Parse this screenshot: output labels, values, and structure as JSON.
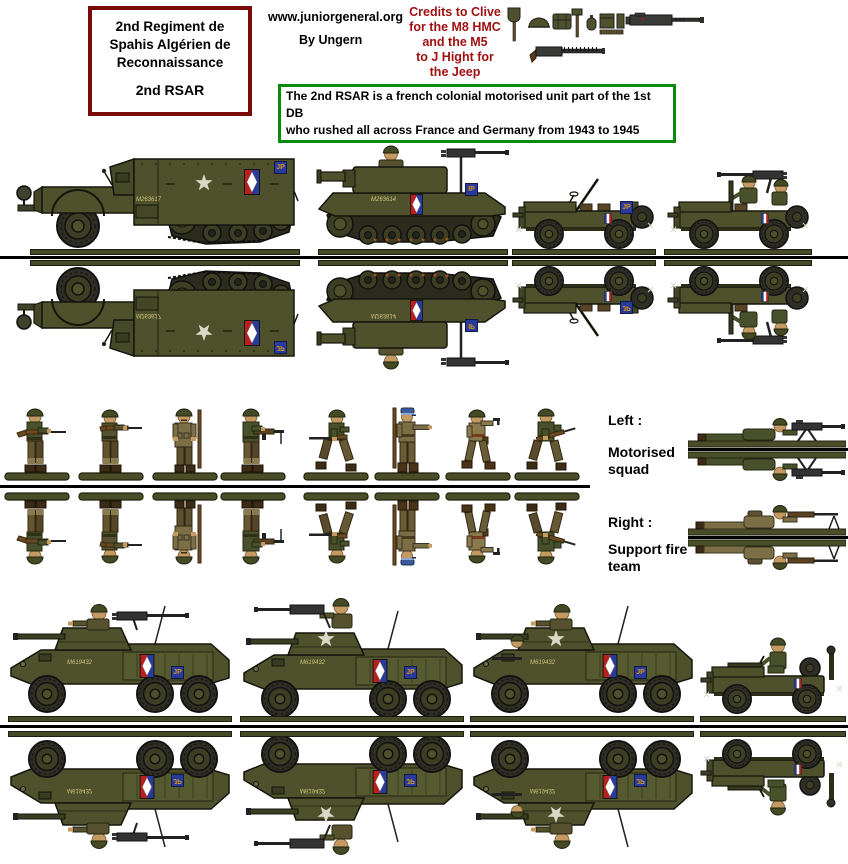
{
  "header": {
    "title_box": {
      "lines": [
        "2nd Regiment de",
        "Spahis Algérien de",
        "Reconnaissance"
      ],
      "designation": "2nd RSAR",
      "border_color": "#7a0b0b"
    },
    "site": "www.juniorgeneral.org",
    "author": "By Ungern",
    "credits": {
      "color": "#a01010",
      "lines": [
        "Credits to Clive",
        "for the M8 HMC",
        "and the M5",
        "to J Hight for",
        "the Jeep"
      ]
    },
    "description": {
      "border_color": "#0a8a0a",
      "lines": [
        "The 2nd RSAR is a french colonial motorised unit part of the 1st DB",
        "who rushed all across France and Germany from 1943 to 1945"
      ]
    },
    "equipment_icons": [
      "shovel-icon",
      "helmet-icon",
      "pack-icon",
      "entrenching-tool-icon",
      "canteen-icon",
      "ammo-box-icon",
      "magazine-icon",
      "ammo-strip-icon",
      "m2-browning-mg-icon",
      "m1919-mg-icon"
    ]
  },
  "vehicles": {
    "halftrack": {
      "name": "M3 half-track",
      "plate": "JP",
      "serial": "M263617"
    },
    "m8hmc": {
      "name": "M8 HMC",
      "plate": "IP",
      "serial": "M263614"
    },
    "jeep_empty": {
      "name": "Jeep",
      "plate": "JP"
    },
    "jeep_mg": {
      "name": "Jeep with MG crew"
    },
    "armored_car_1": {
      "name": "M8 armored car",
      "plate": "JP",
      "serial": "M619432"
    },
    "armored_car_2": {
      "name": "M8 armored car",
      "plate": "JP",
      "serial": "M619432"
    },
    "armored_car_3": {
      "name": "M8 armored car",
      "plate": "JP",
      "serial": "M619432"
    },
    "jeep_driver": {
      "name": "Jeep with driver"
    }
  },
  "squad_labels": {
    "left_title": "Left :",
    "left_lines": [
      "Motorised",
      "squad"
    ],
    "right_title": "Right :",
    "right_lines": [
      "Support fire",
      "team"
    ]
  },
  "figures": [
    "rifleman-firing",
    "rifleman-aiming",
    "soldier-standing-rifle",
    "bar-gunner",
    "rifleman-running",
    "officer-pointing",
    "soldier-with-pistol",
    "rifleman-advancing",
    "prone-mg-gunner",
    "prone-bar-gunner"
  ],
  "colors": {
    "vehicle_olive": "#4e512c",
    "insignia_red": "#b82020",
    "insignia_blue": "#2a3a9a",
    "plate_blue": "#2a3a9a",
    "plate_text_orange": "#d2961e",
    "star_white": "#d9d9c8",
    "fold_line": "#000000"
  }
}
